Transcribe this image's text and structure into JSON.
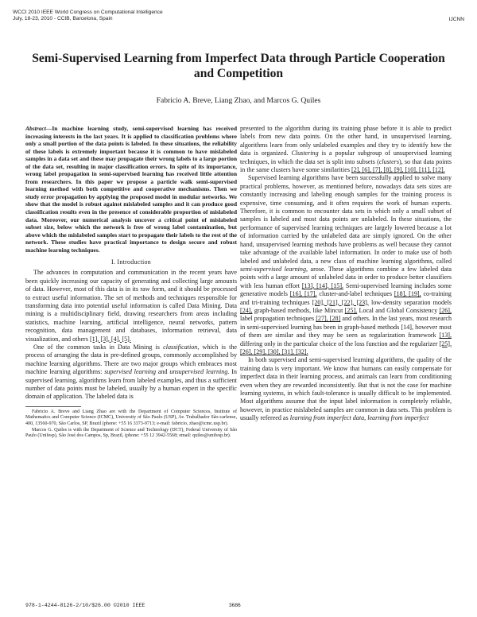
{
  "header": {
    "line1": "WCCI 2010 IEEE World Congress on Computational Intelligence",
    "line2": "July, 18-23, 2010 - CCIB, Barcelona, Spain",
    "right": "IJCNN"
  },
  "title": "Semi-Supervised Learning from Imperfect Data through Particle Cooperation and Competition",
  "authors": "Fabricio A. Breve, Liang Zhao, and Marcos G. Quiles",
  "abstract": {
    "label": "Abstract",
    "text": "—In machine learning study, semi-supervised learning has received increasing interests in the last years. It is applied to classification problems where only a small portion of the data points is labeled. In these situations, the reliability of these labels is extremely important because it is common to have mislabeled samples in a data set and these may propagate their wrong labels to a large portion of the data set, resulting in major classification errors. In spite of its importance, wrong label propagation in semi-supervised learning has received little attention from researchers. In this paper we propose a particle walk semi-supervised learning method with both competitive and cooperative mechanisms. Then we study error propagation by applying the proposed model in modular networks. We show that the model is robust against mislabeled samples and it can produce good classification results even in the presence of considerable proportion of mislabeled data. Moreover, our numerical analysis uncover a critical point of mislabeled subset size, below which the network is free of wrong label contamination, but above which the mislabeled samples start to propagate their labels to the rest of the network. These studies have practical importance to design secure and robust machine learning techniques."
  },
  "section1": {
    "heading": "I. Introduction",
    "p1": "The advances in computation and communication in the recent years have been quickly increasing our capacity of generating and collecting large amounts of data. However, most of this data is in its raw form, and it should be processed to extract useful information. The set of methods and techniques responsible for transforming data into potential useful information is called Data Mining. Data mining is a multidisciplinary field, drawing researchers from areas including statistics, machine learning, artificial intelligence, neural networks, pattern recognition, data management and databases, information retrieval, data visualization, and others",
    "p1_cites": "[1], [3], [4], [5].",
    "p2_a": "One of the common tasks in Data Mining is",
    "p2_em": "classification",
    "p2_b": ", which is the process of arranging the data in pre-defined groups, commonly accomplished by machine learning algorithms. There are two major groups which embraces most machine learning algorithms:",
    "p2_em2": "supervised learning",
    "p2_c": "and",
    "p2_em3": "unsupervised learning",
    "p2_d": ". In supervised learning, algorithms learn from labeled examples, and thus a sufficient number of data points must be labeled, usually by a human expert in the specific domain of application. The labeled data is"
  },
  "footnotes": {
    "f1": "Fabricio A. Breve and Liang Zhao are with the Department of Computer Sciences, Institute of Mathematics and Computer Science (ICMC), University of São Paulo (USP), Av. Trabalhador São-carlense, 400, 13560-970, São Carlos, SP, Brazil (phone: +55 16 3373-9713; e-mail: fabricio, zhao@icmc.usp.br).",
    "f2": "Marcos G. Quiles is with the Department of Science and Technology (DCT), Federal University of São Paulo (Unifesp), São José dos Campos, Sp, Brazil, (phone: +55 12 3942-5568; email: quiles@unifesp.br)."
  },
  "right_column": {
    "p1_a": "presented to the algorithm during its training phase before it is able to predict labels from new data points. On the other hand, in unsupervised learning, algorithms learn from only unlabeled examples and they try to identify how the data is organized.",
    "p1_em": "Clustering",
    "p1_b": "is a popular subgroup of unsupervised learning techniques, in which the data set is split into subsets (",
    "p1_em2": "clusters",
    "p1_c": "), so that data points in the same clusters have some similarities",
    "p1_cites": "[2], [6], [7], [8], [9], [10], [11], [12].",
    "p2_a": "Supervised learning algorithms have been successfully applied to solve many practical problems, however, as mentioned before, nowadays data sets sizes are constantly increasing and labeling enough samples for the training process is expensive, time consuming, and it often requires the work of human experts. Therefore, it is common to encounter data sets in which only a small subset of samples is labeled and most data points are unlabeled. In these situations, the performance of supervised learning techniques are largely lowered because a lot of information carried by the unlabeled data are simply ignored. On the other hand, unsupervised learning methods have problems as well because they cannot take advantage of the available label information. In order to make use of both labeled and unlabeled data, a new class of machine learning algorithms, called",
    "p2_em": "semi-supervised learning",
    "p2_b": ", arose. These algorithms combine a few labeled data points with a large amount of unlabeled data in order to produce better classifiers with less human effort",
    "p2_cite1": "[13], [14], [15].",
    "p2_c": "Semi-supervised learning includes some generative models",
    "p2_cite2": "[16], [17],",
    "p2_d": "cluster-and-label techniques",
    "p2_cite3": "[18], [19],",
    "p2_e": "co-training and tri-training techniques",
    "p2_cite4": "[20], [21], [22], [23],",
    "p2_f": "low-density separation models",
    "p2_cite5": "[24],",
    "p2_g": "graph-based methods, like Mincut",
    "p2_cite6": "[25],",
    "p2_h": "Local and Global Consistency",
    "p2_cite7": "[26],",
    "p2_i": "label propagation techniques",
    "p2_cite8": "[27], [28]",
    "p2_j": "and others. In the last years, most research in semi-supervised learning has been in graph-based methods [14], however most of them are similar and they may be seen as regularization framework",
    "p2_cite9": "[13],",
    "p2_k": "differing only in the particular choice of the loss function and the regularizer",
    "p2_cite10": "[25], [26], [29], [30], [31], [32].",
    "p3_a": "In both supervised and semi-supervised learning algorithms, the quality of the training data is very important. We know that humans can easily compensate for imperfect data in their learning process, and animals can learn from conditioning even when they are rewarded inconsistently. But that is not the case for machine learning systems, in which fault-tolerance is usually difficult to be implemented. Most algorithms assume that the input label information is completely reliable, however, in practice mislabeled samples are common in data sets. This problem is usually refereed as",
    "p3_em": "learning from imperfect data, learning from imperfect"
  },
  "footer": {
    "left": "978-1-4244-8126-2/10/$26.00 ©2010 IEEE",
    "page": "3686"
  }
}
